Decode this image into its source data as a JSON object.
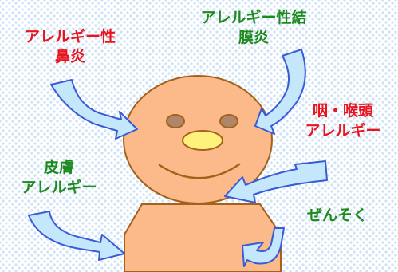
{
  "colors": {
    "red_label": "#e8141f",
    "green_label": "#1c8a1f",
    "body_fill": "#fcb98a",
    "outline": "#a3611c",
    "eye_fill": "#b0866a",
    "nose_fill": "#fff27c",
    "arrow_fill": "#c5e7fb",
    "arrow_stroke": "#3a5ad8"
  },
  "labels": {
    "allergic_rhinitis": {
      "line1": "アレルギー性",
      "line2": "鼻炎",
      "color": "red"
    },
    "allergic_conjunctivitis": {
      "line1": "アレルギー性結",
      "line2": "膜炎",
      "color": "green"
    },
    "throat_allergy": {
      "line1": "咽・喉頭",
      "line2": "アレルギー",
      "color": "red"
    },
    "skin_allergy": {
      "line1": "皮膚",
      "line2": "アレルギー",
      "color": "green"
    },
    "asthma": {
      "line1": "ぜんそく",
      "color": "green"
    }
  }
}
